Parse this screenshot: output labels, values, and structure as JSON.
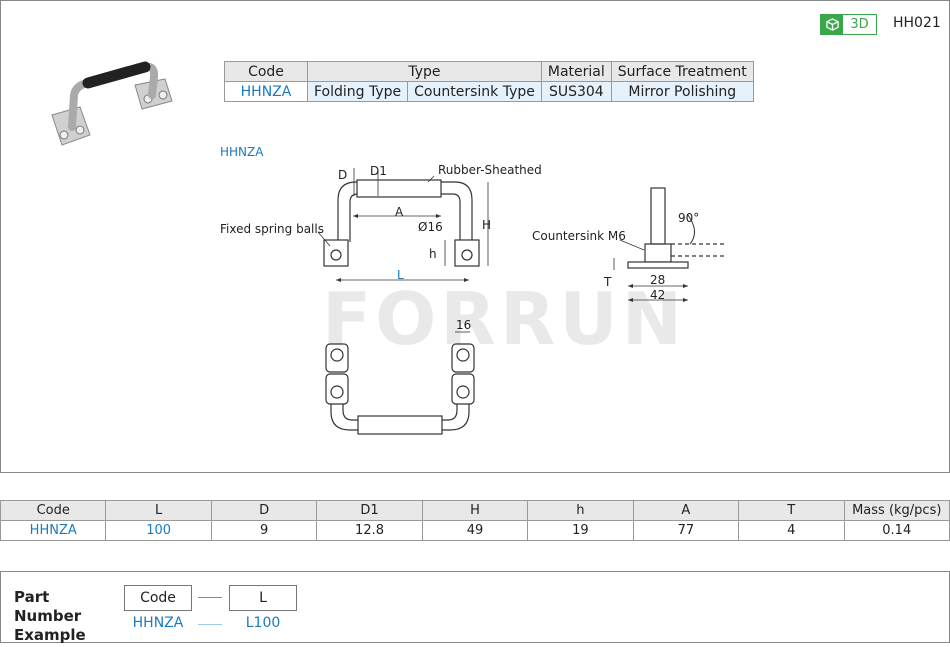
{
  "header": {
    "badge_label": "3D",
    "product_code": "HH021"
  },
  "spec_table": {
    "headers": [
      "Code",
      "Type",
      "Material",
      "Surface Treatment"
    ],
    "row": {
      "code": "HHNZA",
      "type1": "Folding Type",
      "type2": "Countersink Type",
      "material": "SUS304",
      "surface": "Mirror Polishing"
    }
  },
  "drawing": {
    "section_label": "HHNZA",
    "labels": {
      "d": "D",
      "d1": "D1",
      "rubber": "Rubber-Sheathed",
      "a": "A",
      "fixed": "Fixed spring balls",
      "dia16": "Ø16",
      "h_small": "h",
      "h_big": "H",
      "l": "L",
      "countersink": "Countersink M6",
      "angle": "90°",
      "t": "T",
      "w28": "28",
      "w42": "42",
      "w16": "16"
    },
    "watermark": "FORRUN"
  },
  "size_table": {
    "headers": [
      "Code",
      "L",
      "D",
      "D1",
      "H",
      "h",
      "A",
      "T",
      "Mass (kg/pcs)"
    ],
    "row": [
      "HHNZA",
      "100",
      "9",
      "12.8",
      "49",
      "19",
      "77",
      "4",
      "0.14"
    ]
  },
  "part_number": {
    "title": "Part Number Example",
    "box1": "Code",
    "box2": "L",
    "val1": "HHNZA",
    "val2": "L100"
  },
  "colors": {
    "accent_blue": "#1a7ac0",
    "badge_green": "#3aa84a"
  }
}
